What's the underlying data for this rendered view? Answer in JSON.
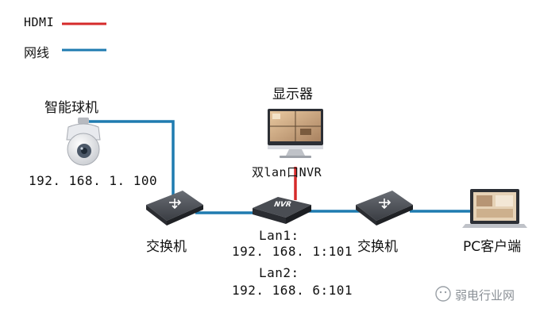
{
  "legend": {
    "hdmi": {
      "label": "HDMI",
      "color": "#d62a2a"
    },
    "network": {
      "label": "网线",
      "color": "#1f7bb0"
    }
  },
  "devices": {
    "camera": {
      "name": "智能球机",
      "ip": "192. 168. 1. 100"
    },
    "monitor": {
      "name": "显示器"
    },
    "nvr": {
      "name": "双lan口NVR",
      "badge": "NVR",
      "lan1": "Lan1:",
      "lan1_ip": "192. 168. 1:101",
      "lan2": "Lan2:",
      "lan2_ip": "192. 168. 6:101"
    },
    "switch_left": {
      "name": "交换机"
    },
    "switch_right": {
      "name": "交换机"
    },
    "pc": {
      "name": "PC客户端"
    }
  },
  "watermark": {
    "text": "弱电行业网"
  },
  "colors": {
    "cable_hdmi": "#d62a2a",
    "cable_network": "#1f7bb0",
    "device_dark": "#3d4046"
  }
}
